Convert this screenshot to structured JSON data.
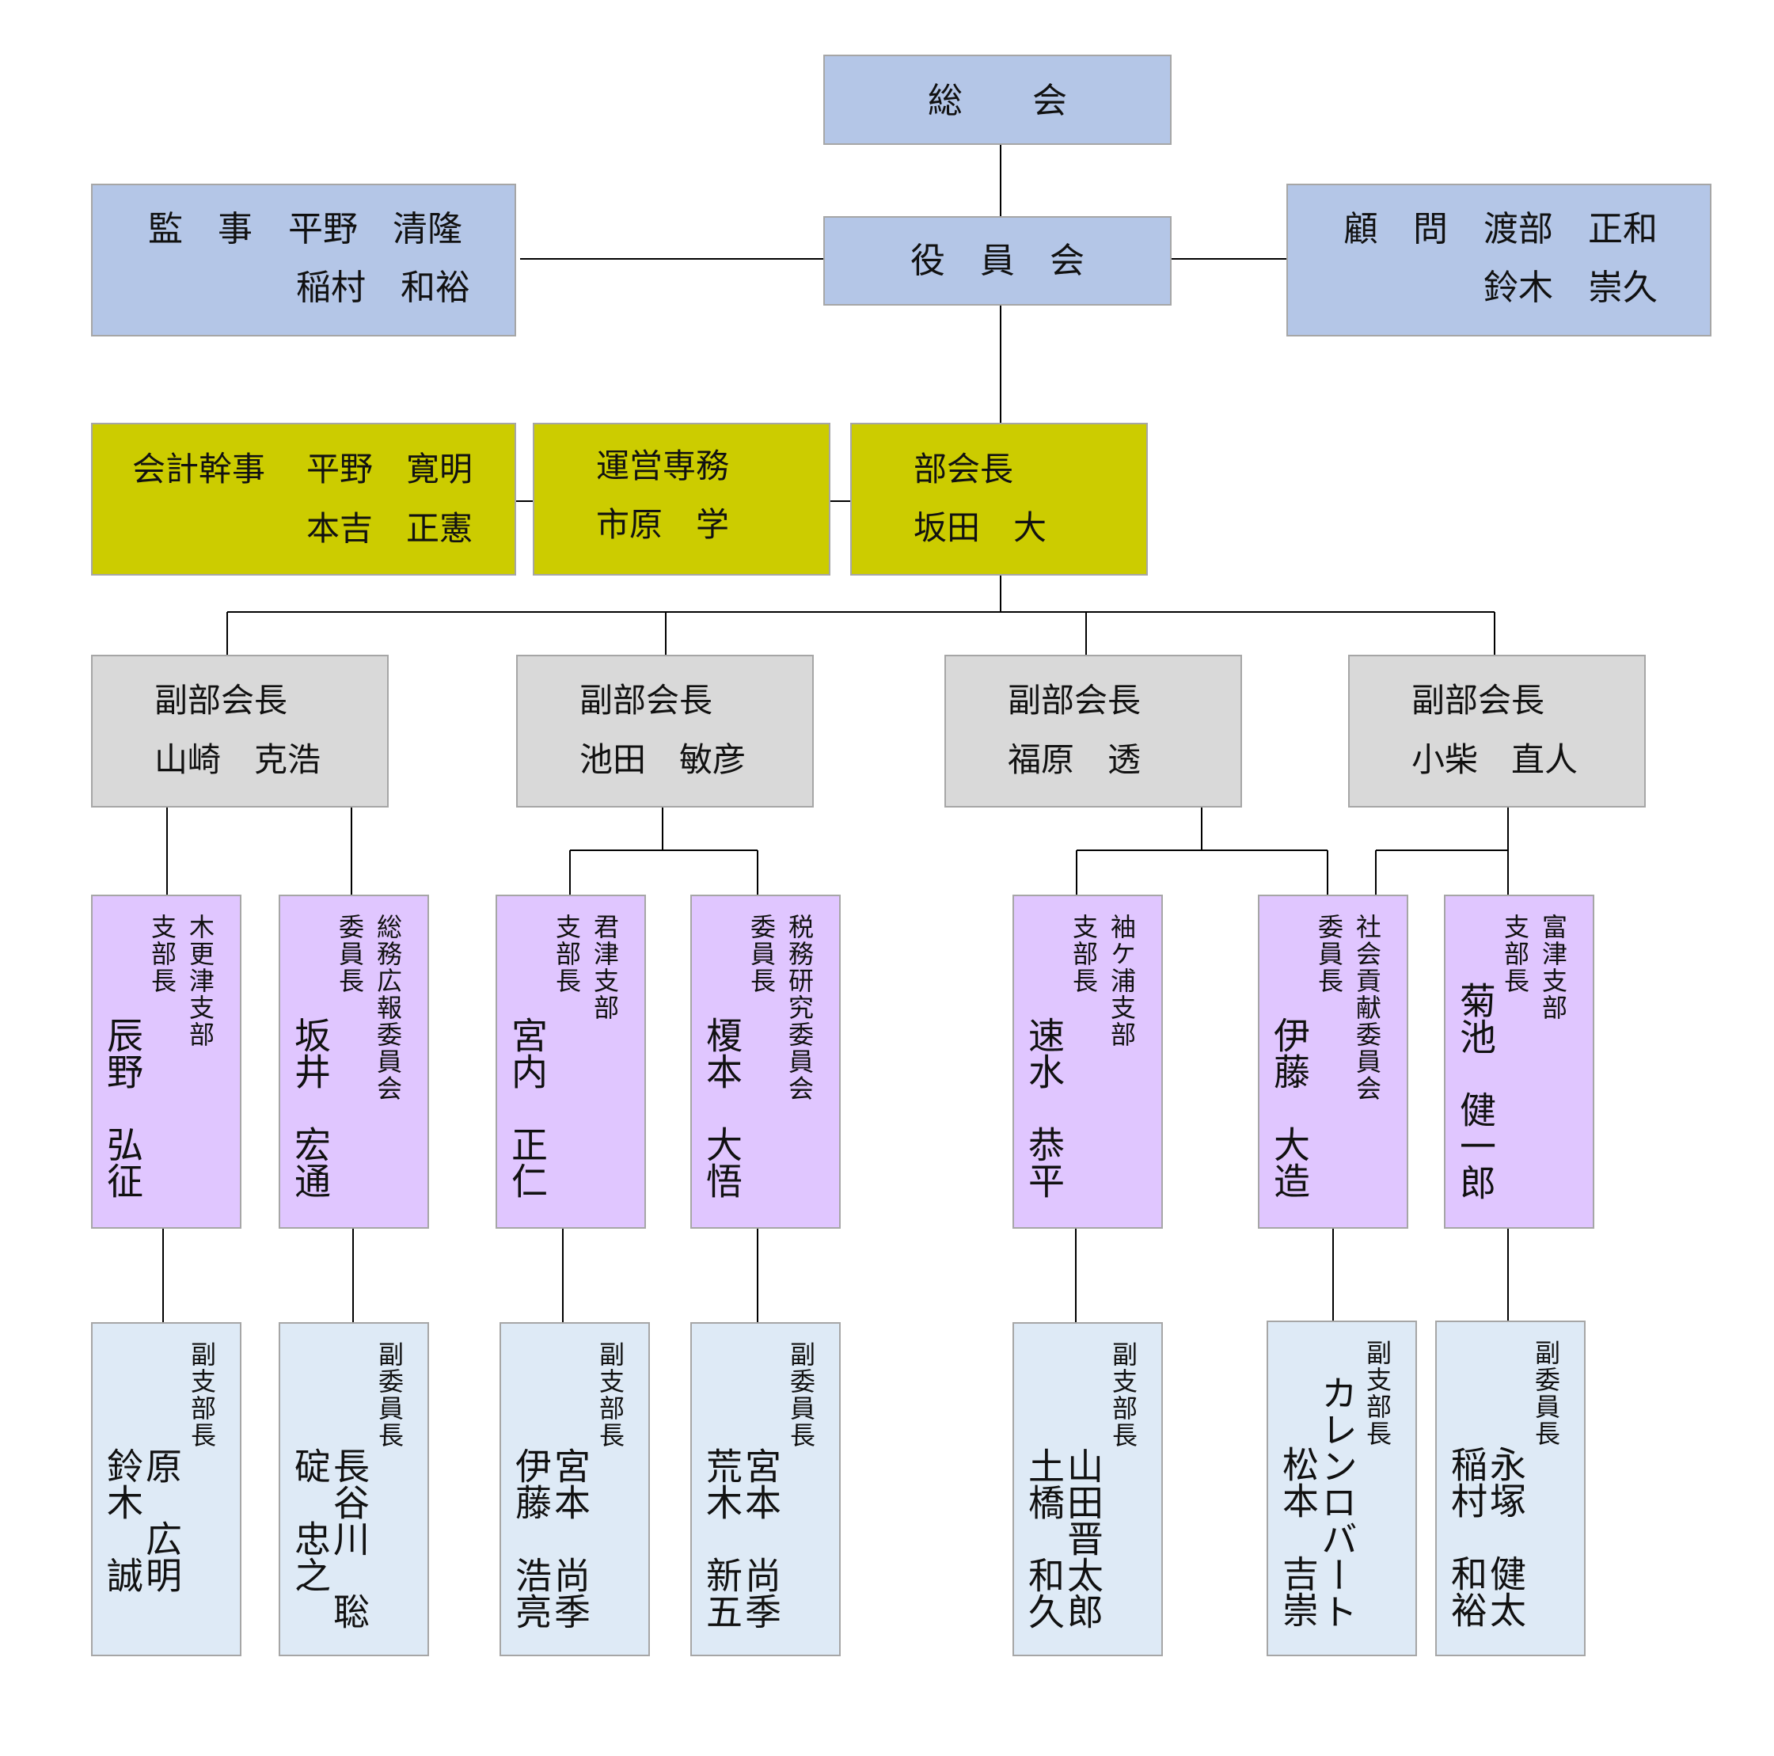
{
  "top": {
    "general_assembly": "総　　会",
    "board": "役　員　会"
  },
  "auditor": {
    "role": "監　事",
    "names": [
      "平野　清隆",
      "稲村　和裕"
    ]
  },
  "advisor": {
    "role": "顧　問",
    "names": [
      "渡部　正和",
      "鈴木　崇久"
    ]
  },
  "accounting": {
    "role": "会計幹事",
    "names": [
      "平野　寛明",
      "本吉　正憲"
    ]
  },
  "operations": {
    "role": "運営専務",
    "name": "市原　学"
  },
  "chair": {
    "role": "部会長",
    "name": "坂田　大"
  },
  "vice_chairs": [
    {
      "role": "副部会長",
      "name": "山崎　克浩"
    },
    {
      "role": "副部会長",
      "name": "池田　敏彦"
    },
    {
      "role": "副部会長",
      "name": "福原　透"
    },
    {
      "role": "副部会長",
      "name": "小柴　直人"
    }
  ],
  "units": [
    {
      "org": "木更津支部",
      "title": "支部長",
      "name": "辰野　弘征",
      "deputy_title": "副支部長",
      "deputies": [
        "原　広明",
        "鈴木　誠"
      ]
    },
    {
      "org": "総務広報委員会",
      "title": "委員長",
      "name": "坂井　宏通",
      "deputy_title": "副委員長",
      "deputies": [
        "長谷川　聡",
        "碇　忠之"
      ]
    },
    {
      "org": "君津支部",
      "title": "支部長",
      "name": "宮内　正仁",
      "deputy_title": "副支部長",
      "deputies": [
        "宮本　尚季",
        "伊藤　浩亮"
      ]
    },
    {
      "org": "税務研究委員会",
      "title": "委員長",
      "name": "榎本　大悟",
      "deputy_title": "副委員長",
      "deputies": [
        "宮本　尚季",
        "荒木　新五"
      ]
    },
    {
      "org": "袖ケ浦支部",
      "title": "支部長",
      "name": "速水　恭平",
      "deputy_title": "副支部長",
      "deputies": [
        "山田晋太郎",
        "土橋　和久"
      ]
    },
    {
      "org": "社会貢献委員会",
      "title": "委員長",
      "name": "伊藤　大造",
      "deputy_title": "副支部長",
      "deputies": [
        "カレンロバート",
        "松本　吉崇"
      ]
    },
    {
      "org": "富津支部",
      "title": "支部長",
      "name": "菊池　健一郎",
      "deputy_title": "副委員長",
      "deputies": [
        "永塚　健太",
        "稲村　和裕"
      ]
    }
  ]
}
